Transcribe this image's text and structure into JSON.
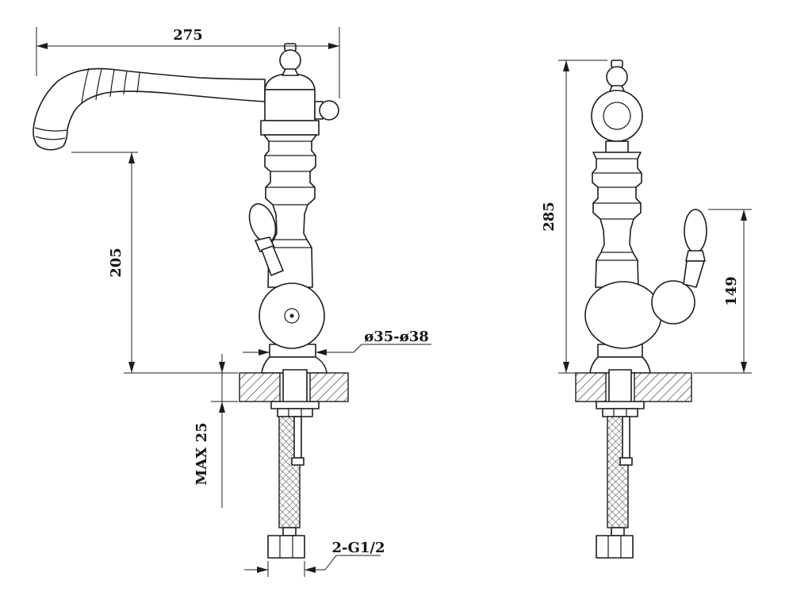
{
  "dims": {
    "spout_reach": "275",
    "spout_height": "205",
    "hole_diameter": "ø35-ø38",
    "max_thickness": "MAX 25",
    "thread": "2-G1/2",
    "total_height": "285",
    "handle_height": "149"
  },
  "colors": {
    "line": "#1c1c1c",
    "background": "#ffffff"
  }
}
